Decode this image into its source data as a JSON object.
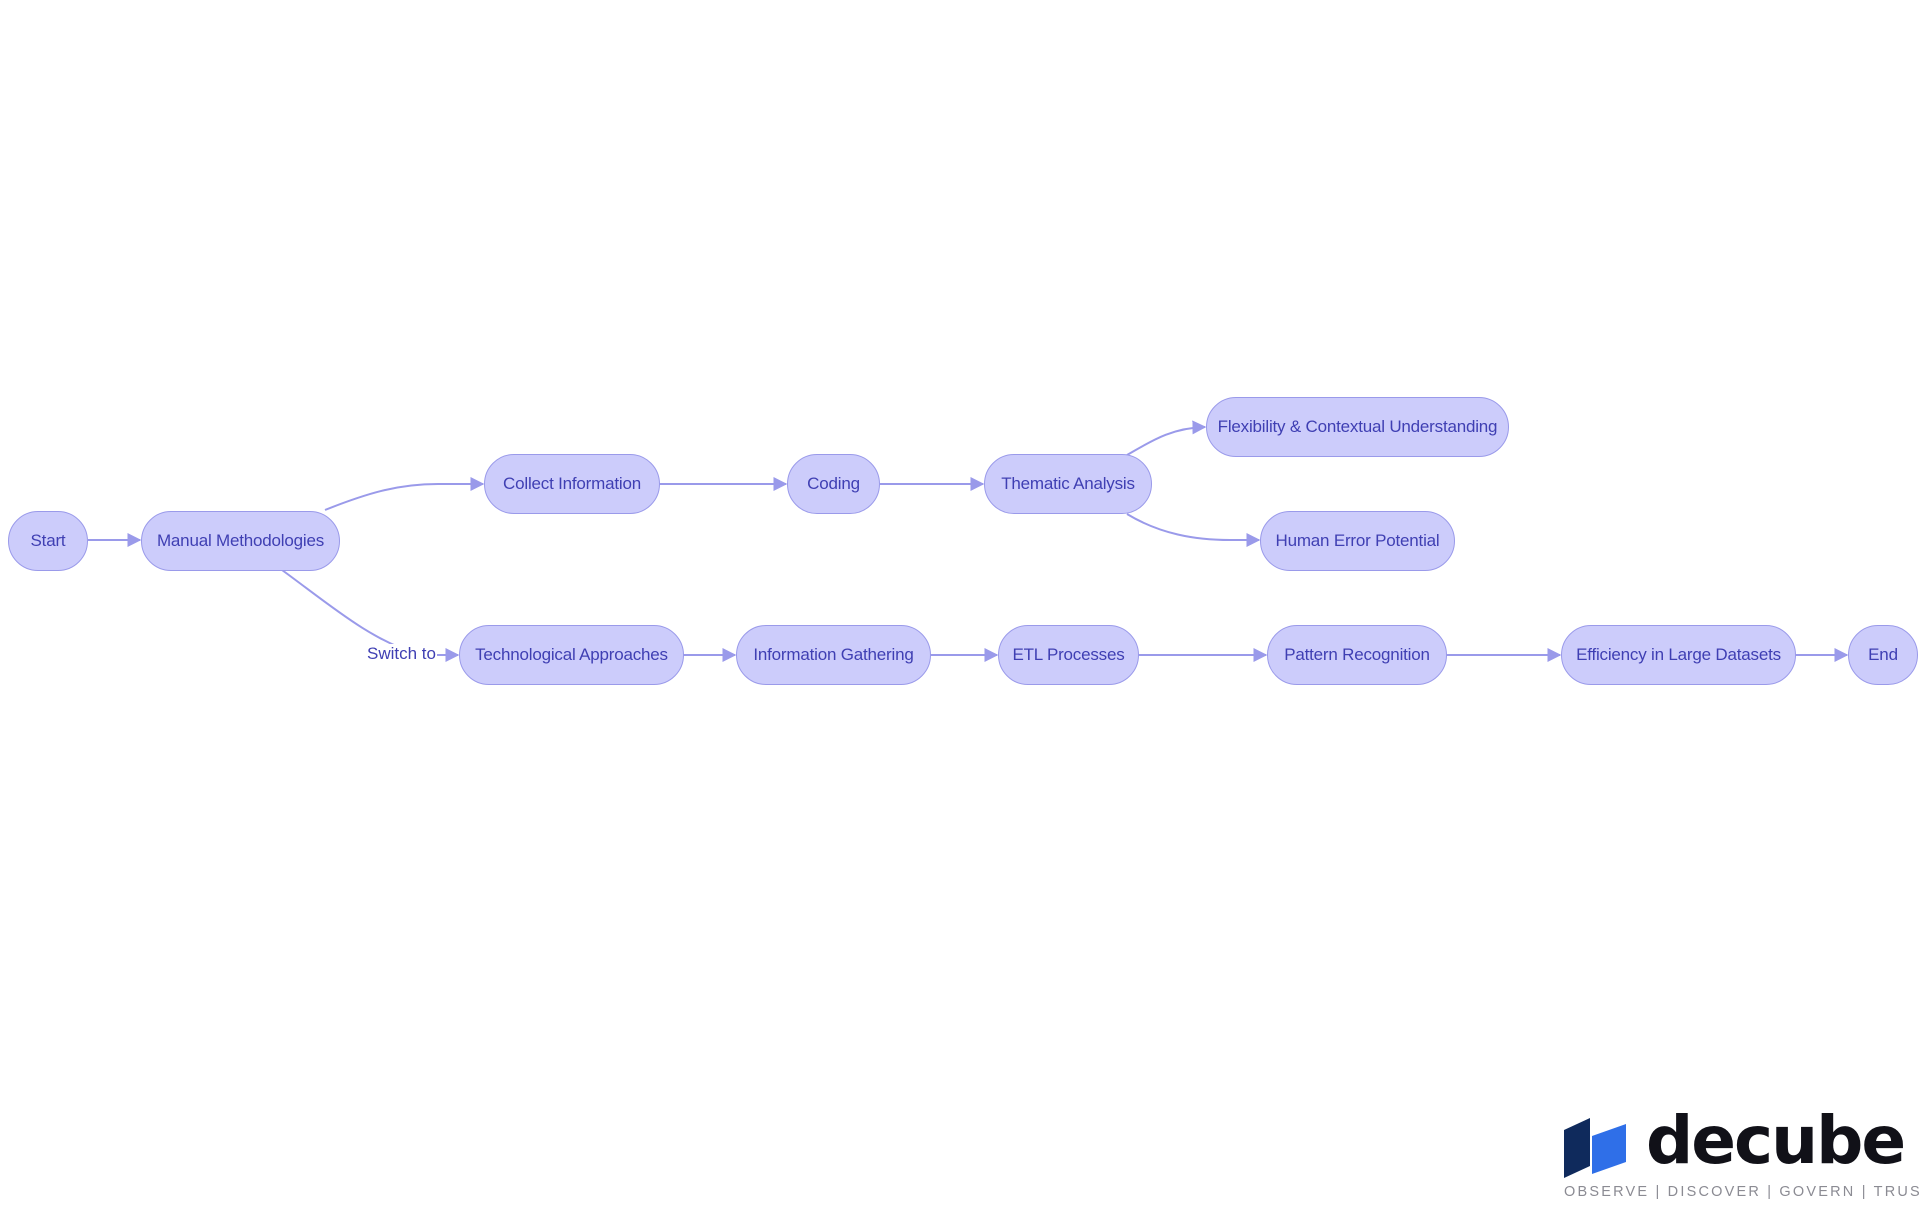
{
  "nodes": {
    "start": "Start",
    "manual": "Manual Methodologies",
    "collect": "Collect Information",
    "coding": "Coding",
    "thematic": "Thematic Analysis",
    "flexibility": "Flexibility & Contextual Understanding",
    "human_error": "Human Error Potential",
    "tech": "Technological Approaches",
    "gathering": "Information Gathering",
    "etl": "ETL Processes",
    "pattern": "Pattern Recognition",
    "efficiency": "Efficiency in Large Datasets",
    "end": "End"
  },
  "edge_labels": {
    "switch_to": "Switch to"
  },
  "edges": [
    [
      "start",
      "manual"
    ],
    [
      "manual",
      "collect"
    ],
    [
      "collect",
      "coding"
    ],
    [
      "coding",
      "thematic"
    ],
    [
      "thematic",
      "flexibility"
    ],
    [
      "thematic",
      "human_error"
    ],
    [
      "manual",
      "tech"
    ],
    [
      "tech",
      "gathering"
    ],
    [
      "gathering",
      "etl"
    ],
    [
      "etl",
      "pattern"
    ],
    [
      "pattern",
      "efficiency"
    ],
    [
      "efficiency",
      "end"
    ]
  ],
  "colors": {
    "node_fill": "#ccccfb",
    "node_stroke": "#9a9aea",
    "node_text": "#3f3fb3",
    "edge": "#9a9aea",
    "logo_dark": "#0f2a5c",
    "logo_blue": "#2f6fe8"
  },
  "logo": {
    "name": "decube",
    "tagline": "OBSERVE | DISCOVER | GOVERN | TRUST"
  }
}
